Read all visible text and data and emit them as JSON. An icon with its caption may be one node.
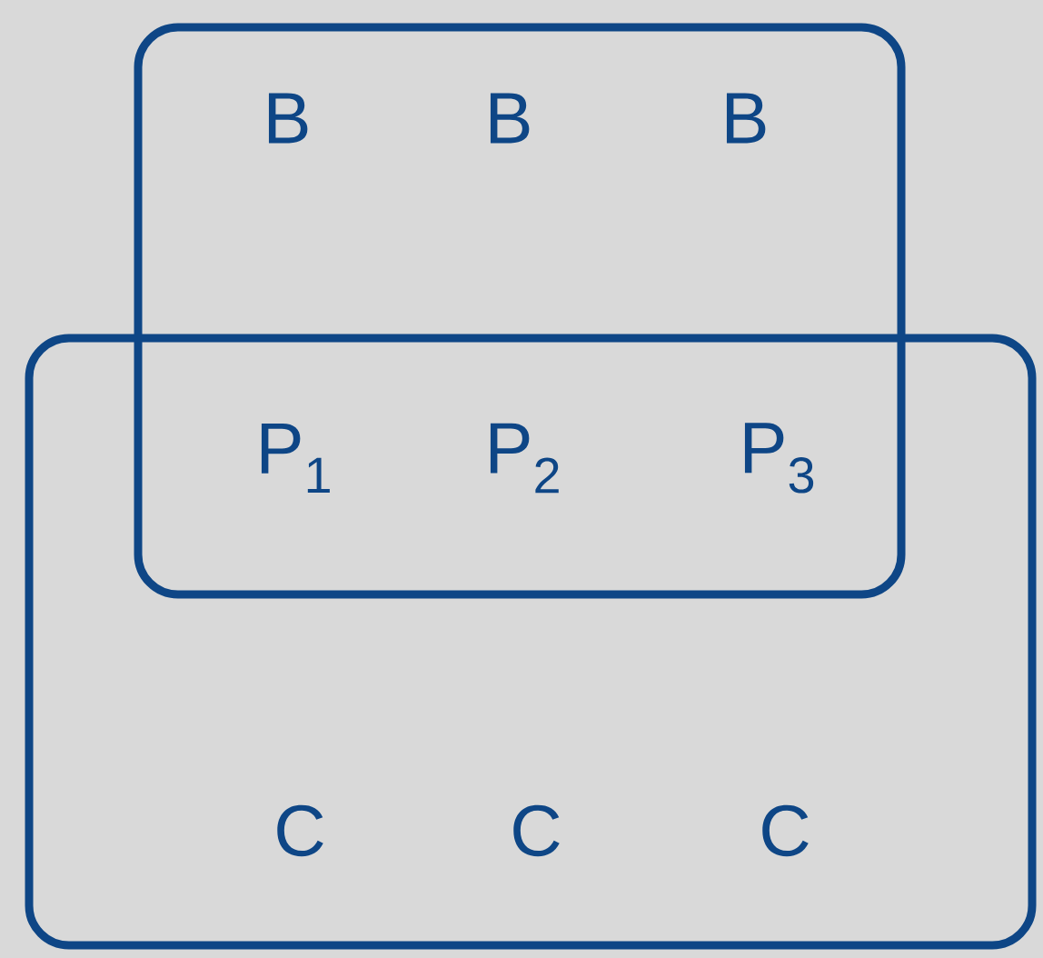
{
  "diagram": {
    "nodes": [
      {
        "text": [],
        "shape": "box"
      },
      {
        "text": [],
        "shape": "box"
      }
    ],
    "labels": [
      "B",
      "B",
      "B",
      "P$_{1}$",
      "P$_{2}$",
      "P$_{3}$",
      "C",
      "C",
      "C"
    ]
  }
}
